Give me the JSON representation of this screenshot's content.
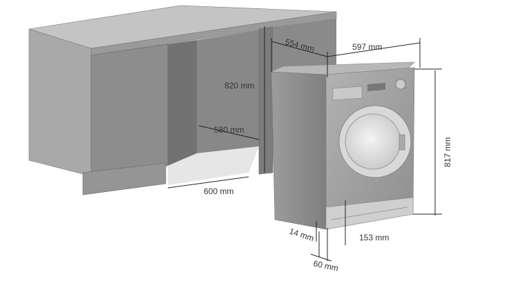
{
  "diagram": {
    "labels": {
      "depth_machine": "554 mm",
      "width_machine": "597 mm",
      "height_counter": "820 mm",
      "depth_niche": "580 mm",
      "width_niche": "600 mm",
      "height_machine": "817 mm",
      "foot_height": "14 mm",
      "plinth_height": "153 mm",
      "plinth_setback": "60 mm"
    },
    "colors": {
      "cabinet_front": "#8c8c8c",
      "cabinet_side": "#a3a3a3",
      "countertop": "#b5b5b5",
      "machine": "#9a9a9a"
    }
  }
}
